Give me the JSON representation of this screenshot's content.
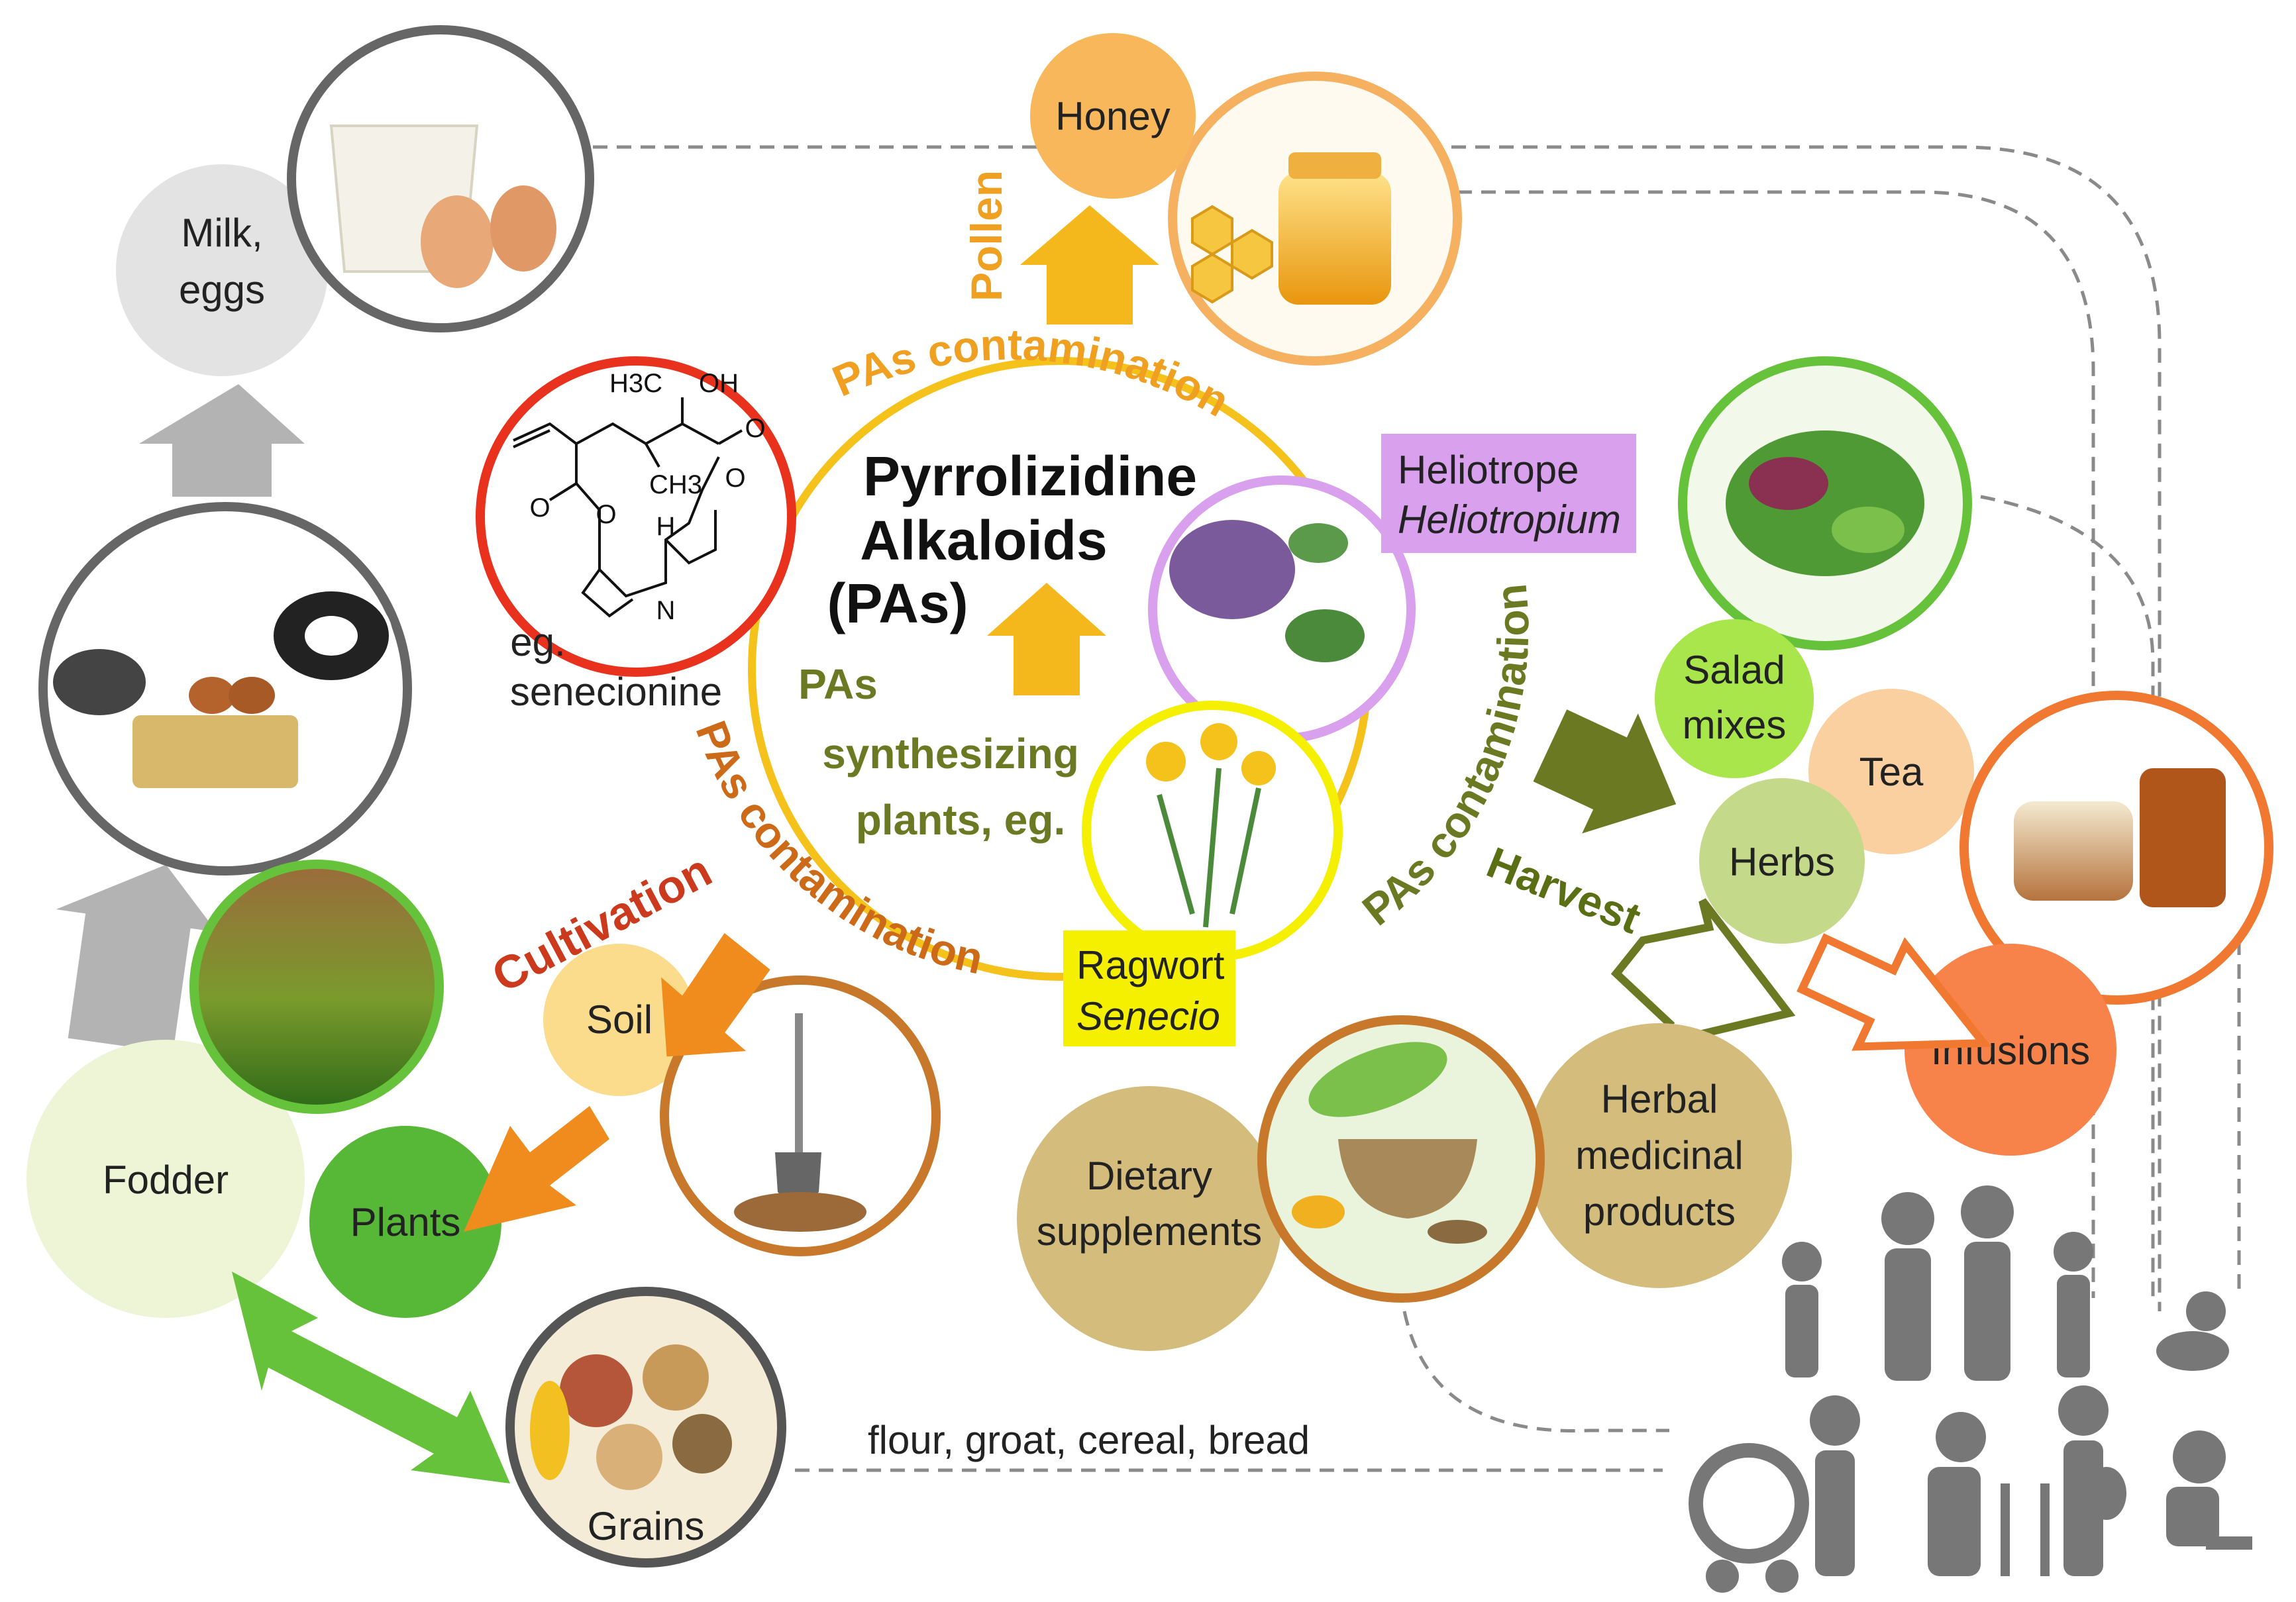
{
  "center": {
    "title_line1": "Pyrrolizidine",
    "title_line2": "Alkaloids",
    "title_line3": "(PAs)",
    "sub_line1": "PAs",
    "sub_line2": "synthesizing",
    "sub_line3": "plants, eg."
  },
  "molecule": {
    "caption_line1": "eg.",
    "caption_line2": "senecionine",
    "label_h3c": "H3C",
    "label_oh": "OH",
    "label_ch3": "CH3",
    "label_o1": "O",
    "label_o2": "O",
    "label_o3": "O",
    "label_o4": "O",
    "label_h": "H",
    "label_n": "N"
  },
  "arc_labels": {
    "top": "PAs contamination",
    "left": "PAs contamination",
    "right": "PAs contamination",
    "pollen": "Pollen",
    "cultivation": "Cultivation",
    "harvest": "Harvest"
  },
  "plants": {
    "heliotrope_common": "Heliotrope",
    "heliotrope_latin": "Heliotropium",
    "ragwort_common": "Ragwort",
    "ragwort_latin": "Senecio"
  },
  "nodes": {
    "honey": "Honey",
    "milk_line1": "Milk,",
    "milk_line2": "eggs",
    "fodder": "Fodder",
    "plants": "Plants",
    "soil": "Soil",
    "grains": "Grains",
    "salad_line1": "Salad",
    "salad_line2": "mixes",
    "tea": "Tea",
    "herbs": "Herbs",
    "infusions": "Infusions",
    "dietary_line1": "Dietary",
    "dietary_line2": "supplements",
    "herbal_line1": "Herbal",
    "herbal_line2": "medicinal",
    "herbal_line3": "products"
  },
  "grain_products": "flour, groat, cereal, bread",
  "colors": {
    "orange": "#f5b81c",
    "dark_orange": "#f08c1e",
    "red": "#e8321e",
    "olive": "#6b7a22",
    "green": "#66c23a",
    "gray": "#b3b3b3",
    "purple": "#d9a0ee",
    "yellow": "#f5f000",
    "brown": "#c8782a",
    "tan": "#d4bd7c"
  }
}
